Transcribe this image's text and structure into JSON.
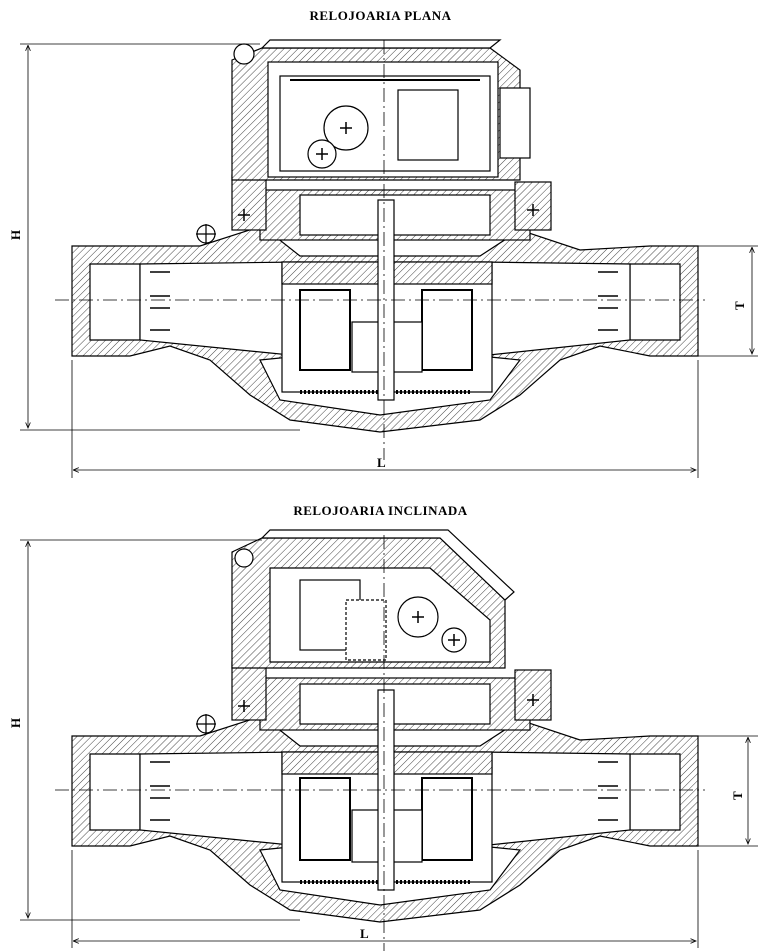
{
  "drawings": [
    {
      "title": "RELOJOARIA PLANA",
      "dim_height": "H",
      "dim_length": "L",
      "dim_thread": "T"
    },
    {
      "title": "RELOJOARIA INCLINADA",
      "dim_height": "H",
      "dim_length": "L",
      "dim_thread": "T"
    }
  ],
  "colors": {
    "line": "#000000",
    "hatch": "#555555",
    "background": "#ffffff"
  }
}
